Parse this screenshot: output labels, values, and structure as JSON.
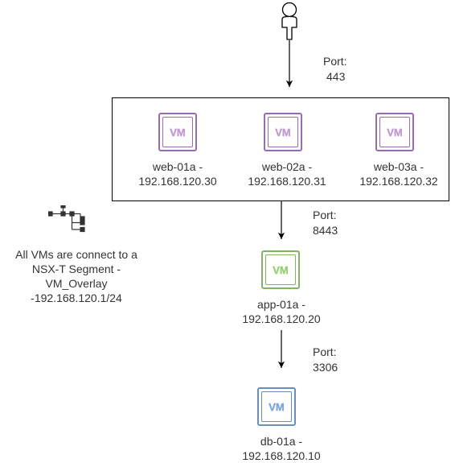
{
  "diagram": {
    "user_icon": "user-icon",
    "network_icon": "network-tree-icon",
    "ports": {
      "user_to_web": {
        "line1": "Port:",
        "line2": "443"
      },
      "web_to_app": {
        "line1": "Port:",
        "line2": "8443"
      },
      "app_to_db": {
        "line1": "Port:",
        "line2": "3306"
      }
    },
    "vms": {
      "web01": {
        "badge": "VM",
        "name": "web-01a -",
        "ip": "192.168.120.30",
        "color": "#9a6bb0"
      },
      "web02": {
        "badge": "VM",
        "name": "web-02a -",
        "ip": "192.168.120.31",
        "color": "#9a6bb0"
      },
      "web03": {
        "badge": "VM",
        "name": "web-03a -",
        "ip": "192.168.120.32",
        "color": "#9a6bb0"
      },
      "app01": {
        "badge": "VM",
        "name": "app-01a -",
        "ip": "192.168.120.20",
        "color": "#82b366"
      },
      "db01": {
        "badge": "VM",
        "name": "db-01a -",
        "ip": "192.168.120.10",
        "color": "#6c8ebf"
      }
    },
    "segment_note": {
      "line1": "All VMs are connect to a",
      "line2": "NSX-T Segment -",
      "line3": "VM_Overlay",
      "line4": "-192.168.120.1/24"
    }
  }
}
